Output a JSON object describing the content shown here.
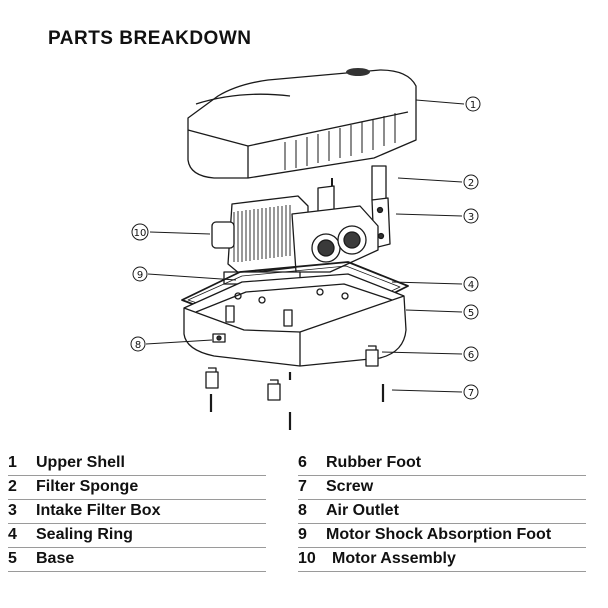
{
  "title": "PARTS BREAKDOWN",
  "callouts": [
    "1",
    "2",
    "3",
    "4",
    "5",
    "6",
    "7",
    "8",
    "9",
    "10"
  ],
  "legend": [
    {
      "num": "1",
      "name": "Upper Shell"
    },
    {
      "num": "2",
      "name": "Filter Sponge"
    },
    {
      "num": "3",
      "name": "Intake Filter Box"
    },
    {
      "num": "4",
      "name": "Sealing Ring"
    },
    {
      "num": "5",
      "name": "Base"
    },
    {
      "num": "6",
      "name": "Rubber Foot"
    },
    {
      "num": "7",
      "name": "Screw"
    },
    {
      "num": "8",
      "name": "Air Outlet"
    },
    {
      "num": "9",
      "name": "Motor Shock Absorption Foot"
    },
    {
      "num": "10",
      "name": "Motor Assembly"
    }
  ],
  "colors": {
    "line": "#1a1a1a",
    "rule": "#9a9a9a",
    "background": "#ffffff"
  }
}
